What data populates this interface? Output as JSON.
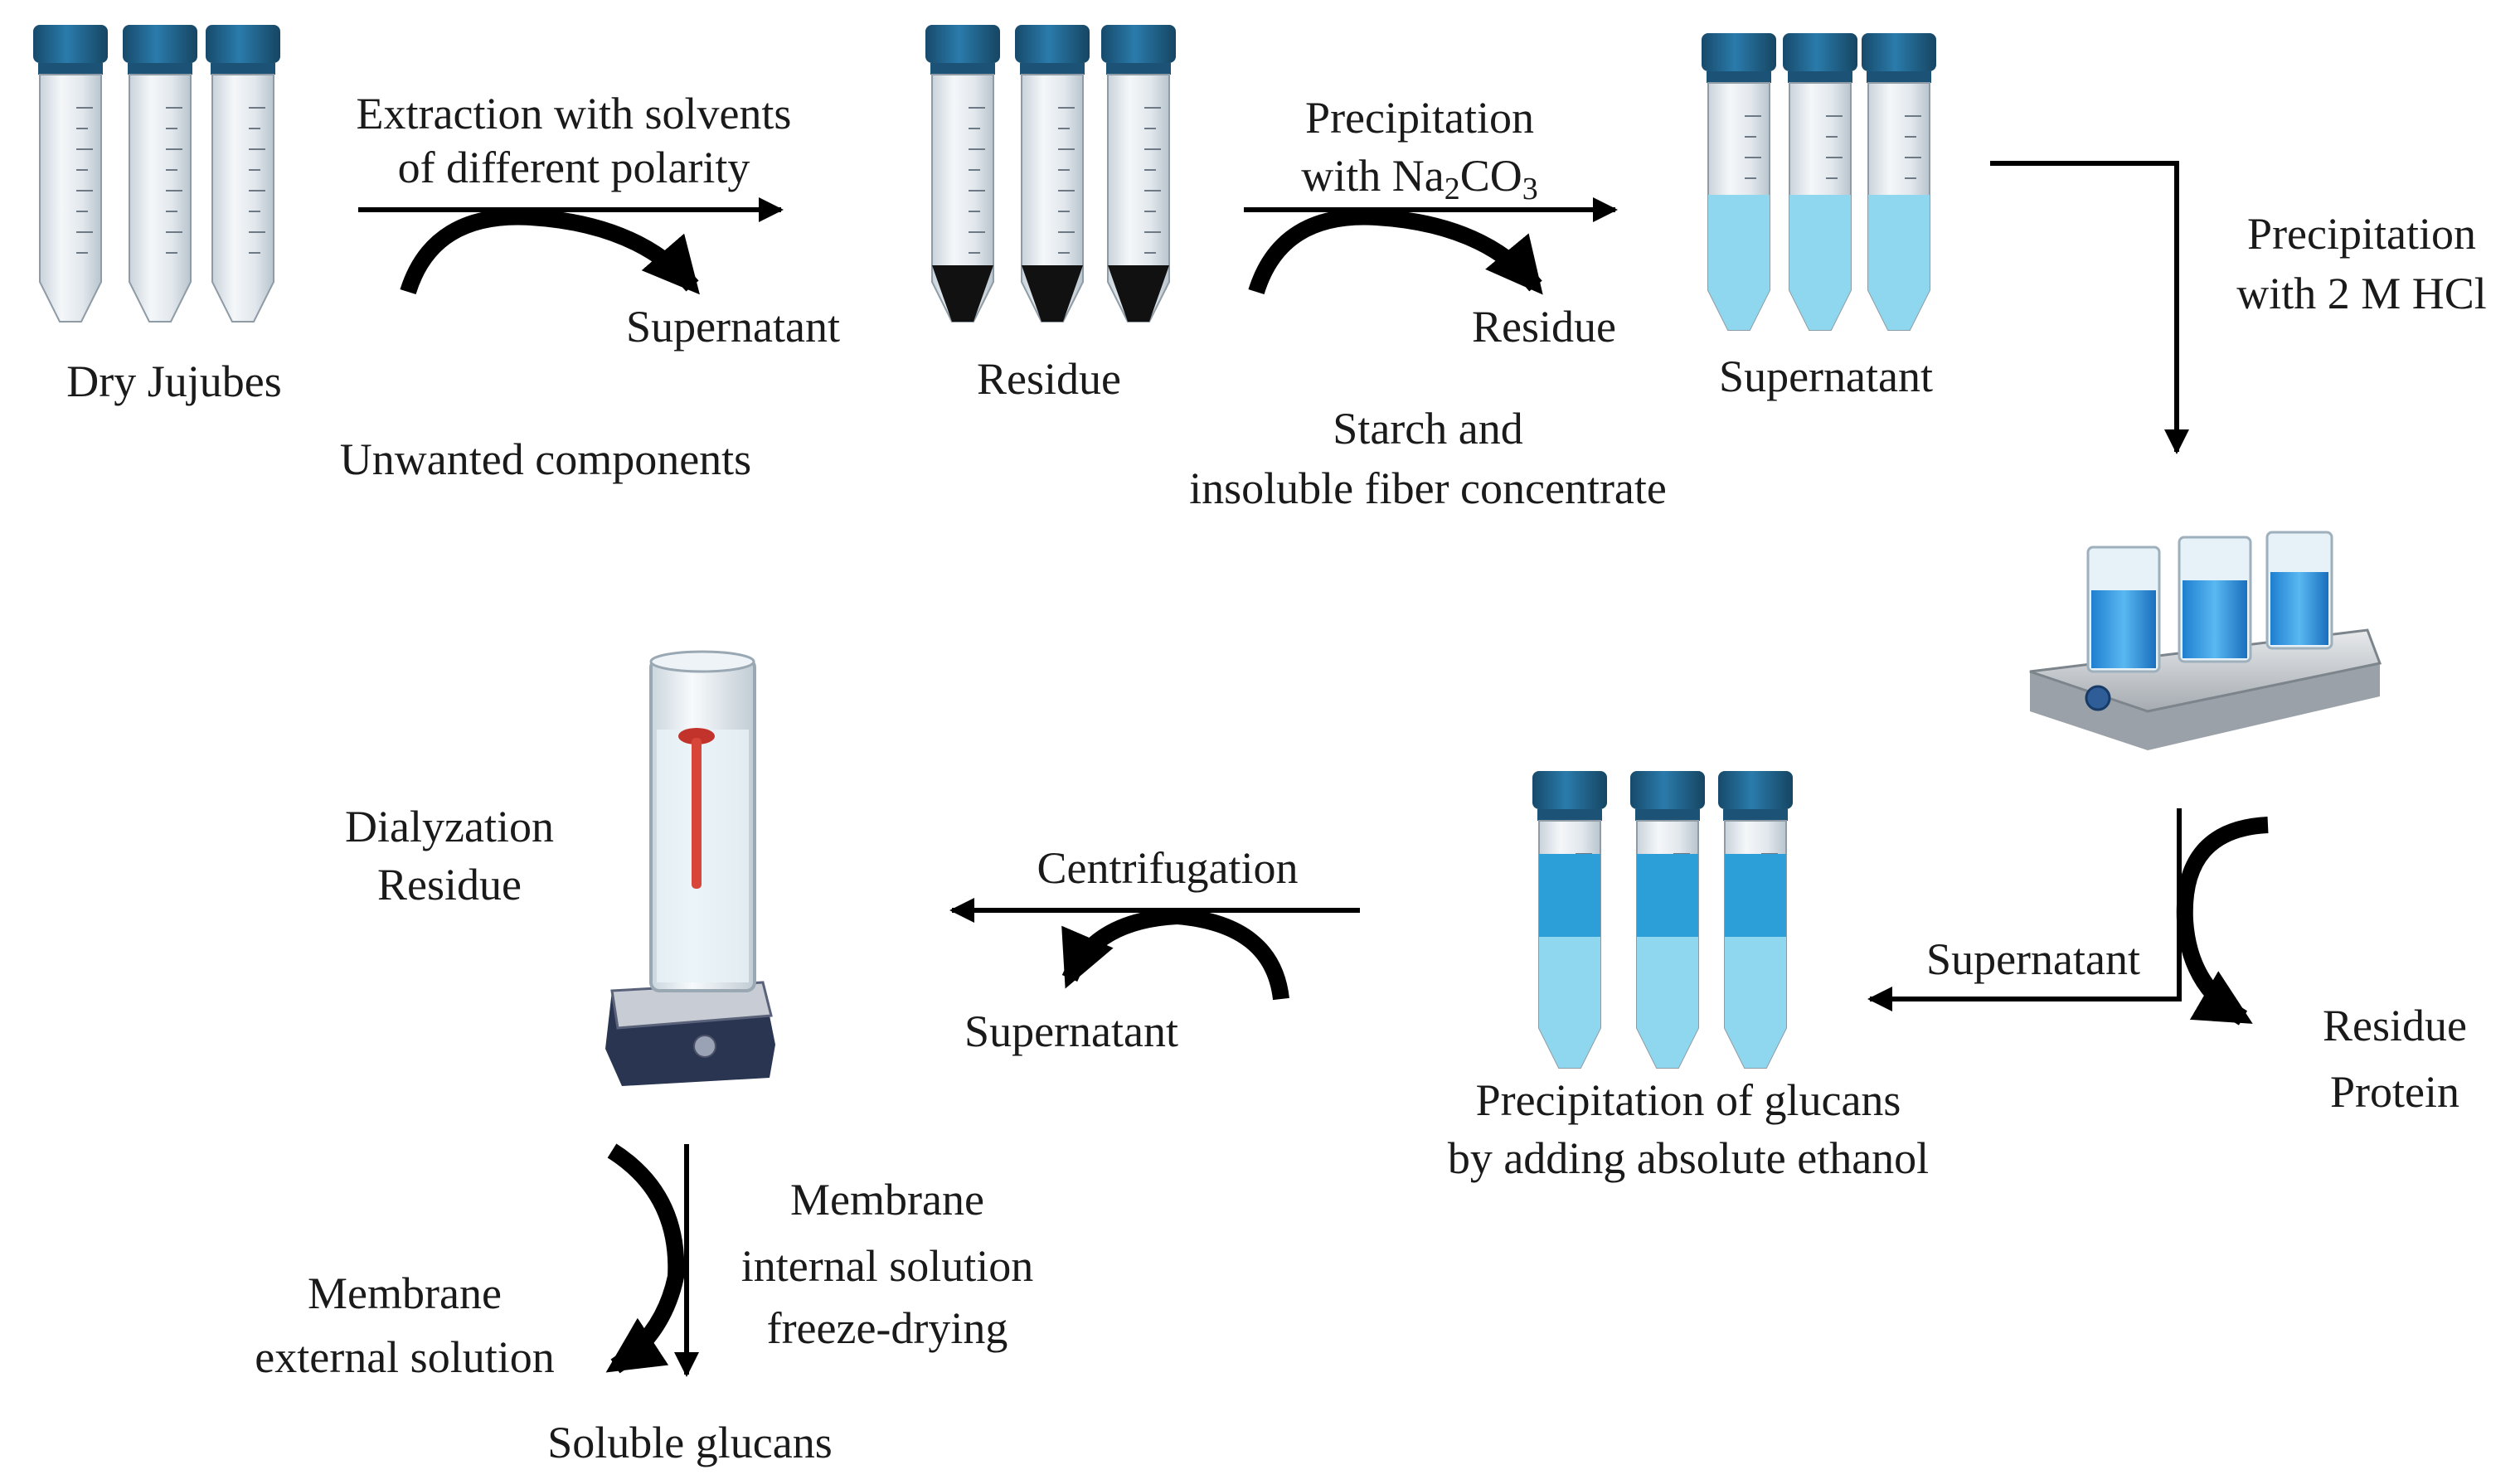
{
  "labels": {
    "dry_jujubes": "Dry Jujubes",
    "extraction_line1": "Extraction with solvents",
    "extraction_line2": "of different polarity",
    "supernatant_1": "Supernatant",
    "unwanted_components": "Unwanted components",
    "residue_1": "Residue",
    "precip_na2co3_line1": "Precipitation",
    "precip_na2co3_with": "with Na",
    "precip_na2co3_sub2": "2",
    "precip_na2co3_co": "CO",
    "precip_na2co3_sub3": "3",
    "residue_2": "Residue",
    "starch_line1": "Starch and",
    "starch_line2": "insoluble fiber concentrate",
    "supernatant_2": "Supernatant",
    "precip_hcl_line1": "Precipitation",
    "precip_hcl_line2": "with 2 M HCl",
    "supernatant_3": "Supernatant",
    "residue_protein_line1": "Residue",
    "residue_protein_line2": "Protein",
    "glucans_line1": "Precipitation of glucans",
    "glucans_line2": "by adding absolute ethanol",
    "centrifugation": "Centrifugation",
    "supernatant_4": "Supernatant",
    "dialyzation_line1": "Dialyzation",
    "dialyzation_line2": "Residue",
    "membrane_internal_line1": "Membrane",
    "membrane_internal_line2": "internal solution",
    "membrane_internal_line3": "freeze-drying",
    "membrane_external_line1": "Membrane",
    "membrane_external_line2": "external solution",
    "soluble_glucans": "Soluble glucans"
  },
  "colors": {
    "tube_cap": "#1f5f86",
    "tube_body": "#e3e9ee",
    "liquid_light": "#8fd6ef",
    "liquid_dark": "#2c9fd8",
    "residue_black": "#111111",
    "arrow": "#000000"
  }
}
